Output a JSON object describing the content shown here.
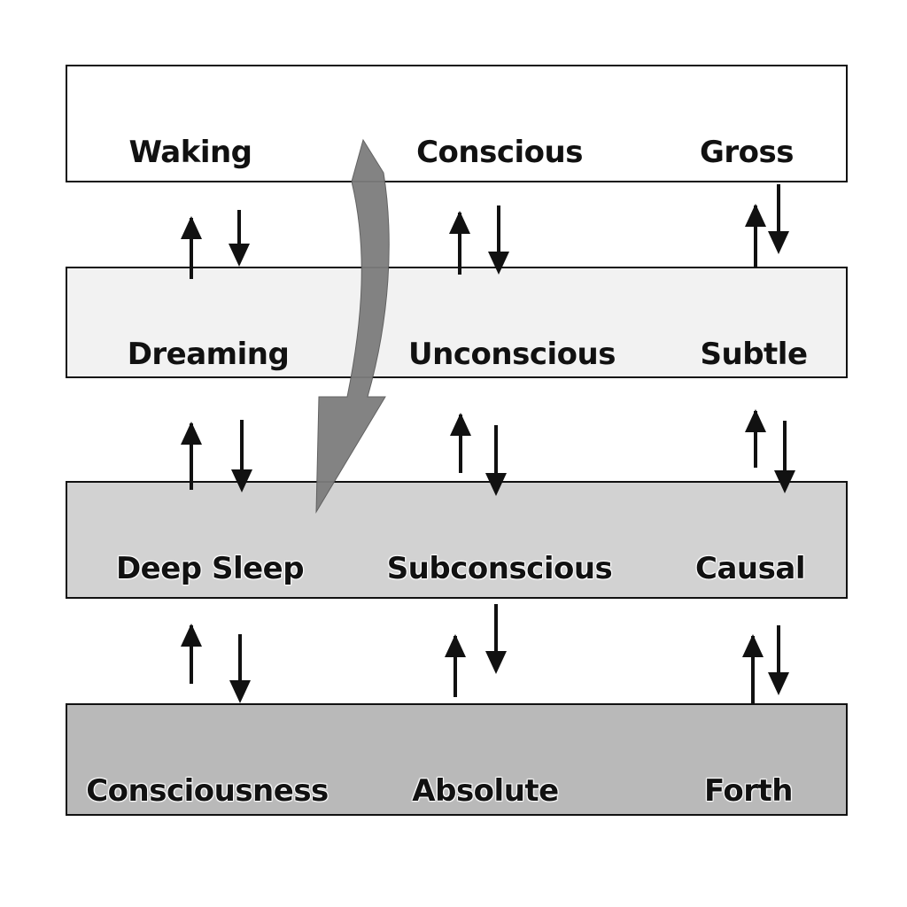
{
  "rows": [
    {
      "labels": [
        "Waking",
        "Conscious",
        "Gross"
      ],
      "fill": "#ffffff"
    },
    {
      "labels": [
        "Dreaming",
        "Unconscious",
        "Subtle"
      ],
      "fill": "#f2f2f2"
    },
    {
      "labels": [
        "Deep Sleep",
        "Subconscious",
        "Causal"
      ],
      "fill": "#d2d2d2"
    },
    {
      "labels": [
        "Consciousness",
        "Absolute",
        "Forth"
      ],
      "fill": "#b9b9b9"
    }
  ],
  "colors": {
    "border": "#111111",
    "arrow": "#111111",
    "curved_arrow": "#7a7a7a"
  }
}
